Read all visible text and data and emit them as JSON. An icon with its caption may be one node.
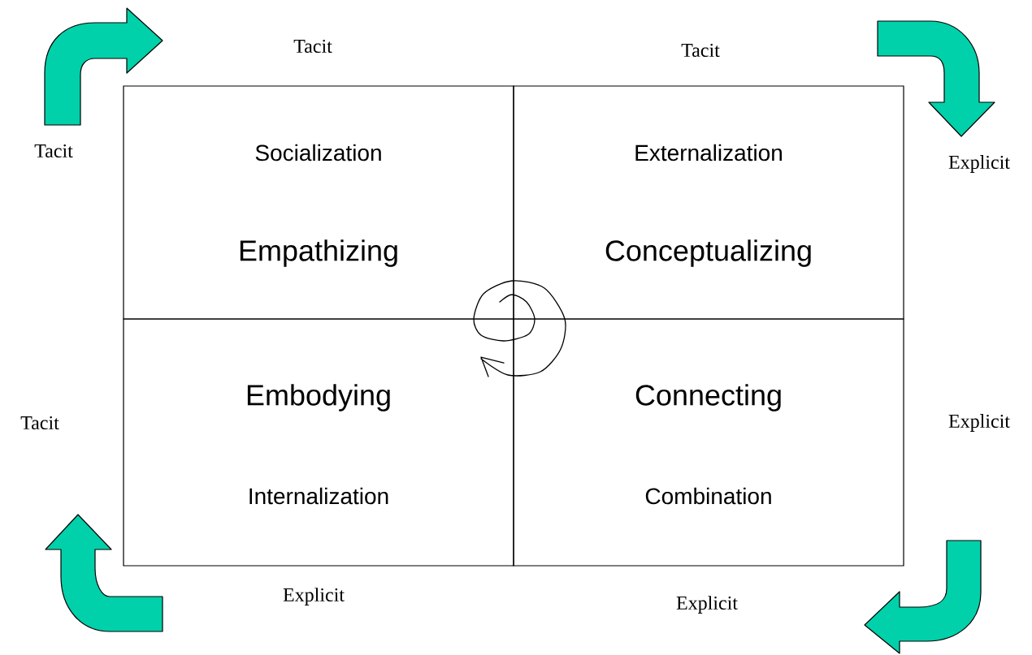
{
  "diagram": {
    "nodes": [
      {
        "text": [
          "Socialization",
          "Empathizing"
        ]
      },
      {
        "text": [
          "Externalization",
          "Conceptualizing"
        ]
      },
      {
        "text": [
          "Embodying",
          "Internalization"
        ]
      },
      {
        "text": [
          "Connecting",
          "Combination"
        ]
      }
    ],
    "labels": [
      "Tacit",
      "Tacit",
      "Tacit",
      "Explicit",
      "Tacit",
      "Explicit",
      "Explicit",
      "Explicit"
    ]
  }
}
